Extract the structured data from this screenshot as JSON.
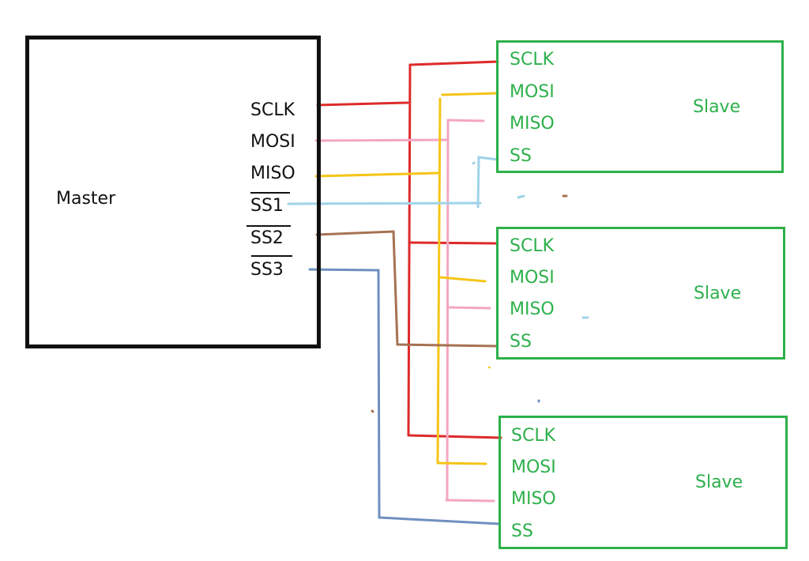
{
  "master": {
    "title": "Master",
    "pins": [
      "SCLK",
      "MOSI",
      "MISO",
      "SS1",
      "SS2",
      "SS3"
    ],
    "overlined_pins": [
      "SS1",
      "SS2",
      "SS3"
    ]
  },
  "slaves": [
    {
      "title": "Slave",
      "pins": [
        "SCLK",
        "MOSI",
        "MISO",
        "SS"
      ]
    },
    {
      "title": "Slave",
      "pins": [
        "SCLK",
        "MOSI",
        "MISO",
        "SS"
      ]
    },
    {
      "title": "Slave",
      "pins": [
        "SCLK",
        "MOSI",
        "MISO",
        "SS"
      ]
    }
  ],
  "colors": {
    "master_border": "#111111",
    "slave_border": "#2db04b",
    "sclk": "#dd2a2a",
    "mosi": "#f4a6c0",
    "miso": "#f5c518",
    "ss1": "#9fd3e8",
    "ss2": "#a57252",
    "ss3": "#6f8fbf"
  },
  "connections": [
    {
      "signal": "SCLK",
      "from": "Master.SCLK",
      "to": [
        "Slave1.SCLK",
        "Slave2.SCLK",
        "Slave3.SCLK"
      ]
    },
    {
      "signal": "MOSI",
      "from": "Master.MOSI",
      "to": [
        "Slave1.MISO",
        "Slave2.MISO",
        "Slave3.MISO"
      ]
    },
    {
      "signal": "MISO",
      "from": "Master.MISO",
      "to": [
        "Slave1.MOSI",
        "Slave2.MOSI",
        "Slave3.MOSI"
      ]
    },
    {
      "signal": "SS1",
      "from": "Master.SS1",
      "to": [
        "Slave1.SS"
      ]
    },
    {
      "signal": "SS2",
      "from": "Master.SS2",
      "to": [
        "Slave2.SS"
      ]
    },
    {
      "signal": "SS3",
      "from": "Master.SS3",
      "to": [
        "Slave3.SS"
      ]
    }
  ]
}
